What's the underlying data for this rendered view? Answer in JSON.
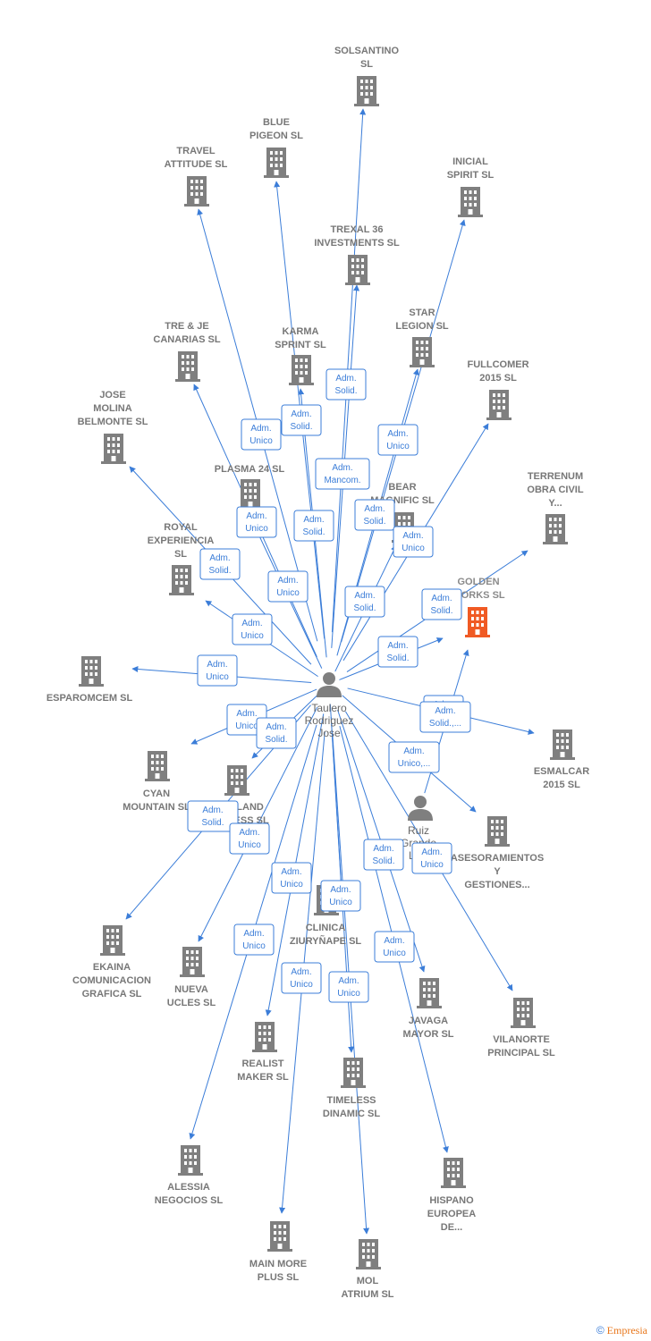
{
  "colors": {
    "edge": "#3b7dd8",
    "building": "#7f7f7f",
    "highlight": "#f05a24",
    "person": "#7f7f7f",
    "label": "#777777"
  },
  "companies": [
    {
      "id": "solsantino",
      "lines": [
        "SOLSANTINO",
        "SL"
      ]
    },
    {
      "id": "blue",
      "lines": [
        "BLUE",
        "PIGEON  SL"
      ]
    },
    {
      "id": "travel",
      "lines": [
        "TRAVEL",
        "ATTITUDE  SL"
      ]
    },
    {
      "id": "inicial",
      "lines": [
        "INICIAL",
        "SPIRIT  SL"
      ]
    },
    {
      "id": "trexal",
      "lines": [
        "TREXAL 36",
        "INVESTMENTS SL"
      ]
    },
    {
      "id": "star",
      "lines": [
        "STAR",
        "LEGION  SL"
      ]
    },
    {
      "id": "treje",
      "lines": [
        "TRE & JE",
        "CANARIAS  SL"
      ]
    },
    {
      "id": "karma",
      "lines": [
        "KARMA",
        "SPRINT  SL"
      ]
    },
    {
      "id": "fullcomer",
      "lines": [
        "FULLCOMER",
        "2015  SL"
      ]
    },
    {
      "id": "jose",
      "lines": [
        "JOSE",
        "MOLINA",
        "BELMONTE  SL"
      ]
    },
    {
      "id": "plasma",
      "lines": [
        "PLASMA 24 SL"
      ]
    },
    {
      "id": "bear",
      "lines": [
        "BEAR",
        "MAGNIFIC  SL"
      ]
    },
    {
      "id": "terrenum",
      "lines": [
        "TERRENUM",
        "OBRA CIVIL",
        "Y..."
      ]
    },
    {
      "id": "royal",
      "lines": [
        "ROYAL",
        "EXPERIENCIA",
        "SL"
      ]
    },
    {
      "id": "golden",
      "lines": [
        "GOLDEN",
        "WORKS  SL"
      ],
      "highlight": true
    },
    {
      "id": "esparomcem",
      "lines": [
        "ESPAROMCEM SL"
      ]
    },
    {
      "id": "esmalcar",
      "lines": [
        "ESMALCAR",
        "2015  SL"
      ]
    },
    {
      "id": "cyan",
      "lines": [
        "CYAN",
        "MOUNTAIN  SL"
      ]
    },
    {
      "id": "overland",
      "lines": [
        "OVERLAND",
        "BUSINESS  SL"
      ]
    },
    {
      "id": "asesoramientos",
      "lines": [
        "ASESORAMIENTOS",
        "Y",
        "GESTIONES..."
      ]
    },
    {
      "id": "ekaina",
      "lines": [
        "EKAINA",
        "COMUNICACION",
        "GRAFICA  SL"
      ]
    },
    {
      "id": "nueva",
      "lines": [
        "NUEVA",
        "UCLES  SL"
      ]
    },
    {
      "id": "clinica",
      "lines": [
        "CLINICA",
        "ZIURYÑAPE SL"
      ]
    },
    {
      "id": "javaga",
      "lines": [
        "JAVAGA",
        "MAYOR  SL"
      ]
    },
    {
      "id": "vilanorte",
      "lines": [
        "VILANORTE",
        "PRINCIPAL  SL"
      ]
    },
    {
      "id": "realist",
      "lines": [
        "REALIST",
        "MAKER  SL"
      ]
    },
    {
      "id": "timeless",
      "lines": [
        "TIMELESS",
        "DINAMIC  SL"
      ]
    },
    {
      "id": "alessia",
      "lines": [
        "ALESSIA",
        "NEGOCIOS  SL"
      ]
    },
    {
      "id": "hispano",
      "lines": [
        "HISPANO",
        "EUROPEA",
        "DE..."
      ]
    },
    {
      "id": "mainmore",
      "lines": [
        "MAIN MORE",
        "PLUS  SL"
      ]
    },
    {
      "id": "mol",
      "lines": [
        "MOL",
        "ATRIUM  SL"
      ]
    }
  ],
  "persons": [
    {
      "id": "taulero",
      "lines": [
        "Taulero",
        "Rodriguez",
        "Jose"
      ]
    },
    {
      "id": "ruiz",
      "lines": [
        "Ruiz",
        "Grande",
        "Luis"
      ]
    }
  ],
  "badges": [
    {
      "lines": [
        "Adm.",
        "Solid."
      ]
    },
    {
      "lines": [
        "Adm.",
        "Solid."
      ]
    },
    {
      "lines": [
        "Adm.",
        "Unico"
      ]
    },
    {
      "lines": [
        "Adm.",
        "Mancom."
      ]
    },
    {
      "lines": [
        "Adm.",
        "Unico"
      ]
    },
    {
      "lines": [
        "Adm.",
        "Unico"
      ]
    },
    {
      "lines": [
        "Adm.",
        "Solid."
      ]
    },
    {
      "lines": [
        "Adm.",
        "Solid."
      ]
    },
    {
      "lines": [
        "Adm.",
        "Unico"
      ]
    },
    {
      "lines": [
        "Adm.",
        "Solid."
      ]
    },
    {
      "lines": [
        "Adm.",
        "Unico"
      ]
    },
    {
      "lines": [
        "Adm.",
        "Solid."
      ]
    },
    {
      "lines": [
        "Adm.",
        "Solid."
      ]
    },
    {
      "lines": [
        "Adm.",
        "Unico"
      ]
    },
    {
      "lines": [
        "Adm.",
        "Solid."
      ]
    },
    {
      "lines": [
        "Adm.",
        "Unico"
      ]
    },
    {
      "lines": [
        "Adm.",
        "Solid.,..."
      ]
    },
    {
      "lines": [
        "Adm.",
        "Unico"
      ]
    },
    {
      "lines": [
        "Adm.",
        "Solid."
      ]
    },
    {
      "lines": [
        "Adm.",
        "Solid.,..."
      ]
    },
    {
      "lines": [
        "Adm.",
        "Unico,..."
      ]
    },
    {
      "lines": [
        "Adm.",
        "Solid."
      ]
    },
    {
      "lines": [
        "Adm.",
        "Unico"
      ]
    },
    {
      "lines": [
        "Adm.",
        "Unico"
      ]
    },
    {
      "lines": [
        "Adm.",
        "Solid."
      ]
    },
    {
      "lines": [
        "Adm.",
        "Unico"
      ]
    },
    {
      "lines": [
        "Adm.",
        "Unico"
      ]
    },
    {
      "lines": [
        "Adm.",
        "Unico"
      ]
    },
    {
      "lines": [
        "Adm.",
        "Unico"
      ]
    },
    {
      "lines": [
        "Adm.",
        "Unico"
      ]
    },
    {
      "lines": [
        "Adm.",
        "Unico"
      ]
    }
  ],
  "footer": {
    "copyright": "©",
    "brand": "Empresia"
  }
}
